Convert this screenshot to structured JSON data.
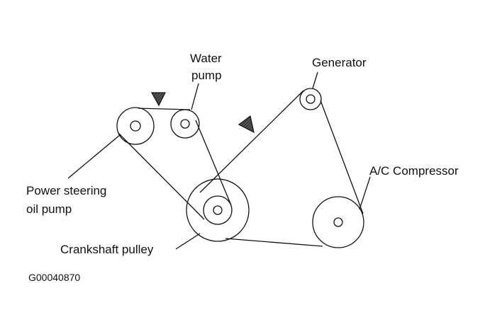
{
  "labels": {
    "water_pump_line1": "Water",
    "water_pump_line2": "pump",
    "generator": "Generator",
    "ac_compressor": "A/C Compressor",
    "power_steering_line1": "Power steering",
    "power_steering_line2": "oil pump",
    "crankshaft_pulley": "Crankshaft pulley",
    "figure_code": "G00040870"
  },
  "colors": {
    "ink": "#111111",
    "background": "#ffffff"
  },
  "icons": {
    "rotation_arrow_1": "rotation-direction-arrow",
    "rotation_arrow_2": "rotation-direction-arrow"
  }
}
